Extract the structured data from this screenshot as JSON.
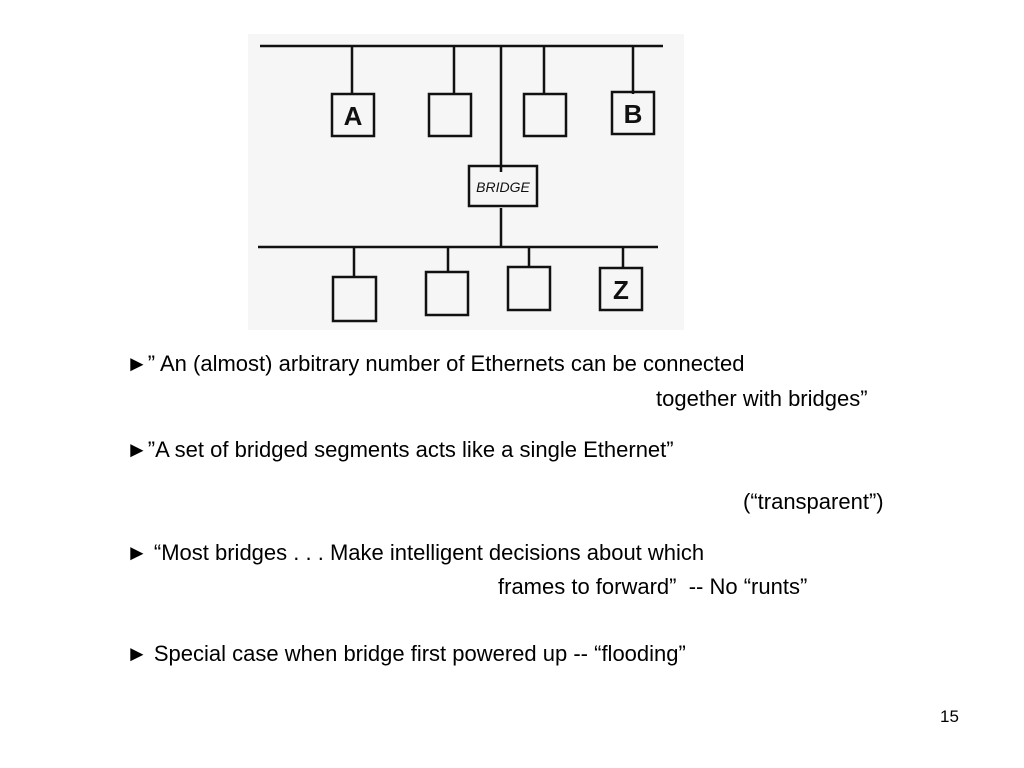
{
  "diagram": {
    "top_hosts": [
      "A",
      "",
      "",
      "B"
    ],
    "bridge_label": "BRIDGE",
    "bottom_hosts": [
      "",
      "",
      "",
      "Z"
    ]
  },
  "bullets": [
    {
      "lines": [
        "►” An (almost) arbitrary number of Ethernets can be connected",
        "together with bridges”"
      ]
    },
    {
      "lines": [
        "►”A set of bridged segments acts like a single Ethernet”",
        "(“transparent”)"
      ]
    },
    {
      "lines": [
        "► “Most bridges . . . Make intelligent decisions about which",
        "frames to forward”  -- No “runts”"
      ]
    },
    {
      "lines": [
        "► Special case when bridge first powered up -- “flooding”"
      ]
    }
  ],
  "page_number": "15"
}
